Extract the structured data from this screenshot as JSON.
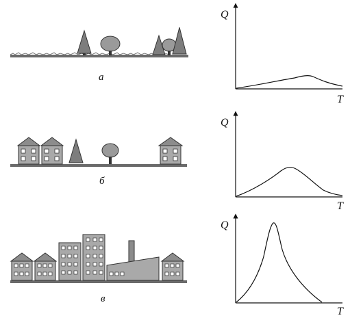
{
  "figure": {
    "panels": [
      {
        "caption": "а",
        "scene": "countryside",
        "graph": {
          "y_label": "Q",
          "x_label": "T",
          "curve": "low-flat-peak"
        }
      },
      {
        "caption": "б",
        "scene": "village",
        "graph": {
          "y_label": "Q",
          "x_label": "T",
          "curve": "medium-peak"
        }
      },
      {
        "caption": "в",
        "scene": "city",
        "graph": {
          "y_label": "Q",
          "x_label": "T",
          "curve": "high-sharp-peak"
        }
      }
    ]
  },
  "colors": {
    "building_fill": "#a9a9a9",
    "building_stroke": "#3a3a3a",
    "tree_fill": "#8a8a8a",
    "ground": "#555555",
    "ink": "#111111"
  }
}
